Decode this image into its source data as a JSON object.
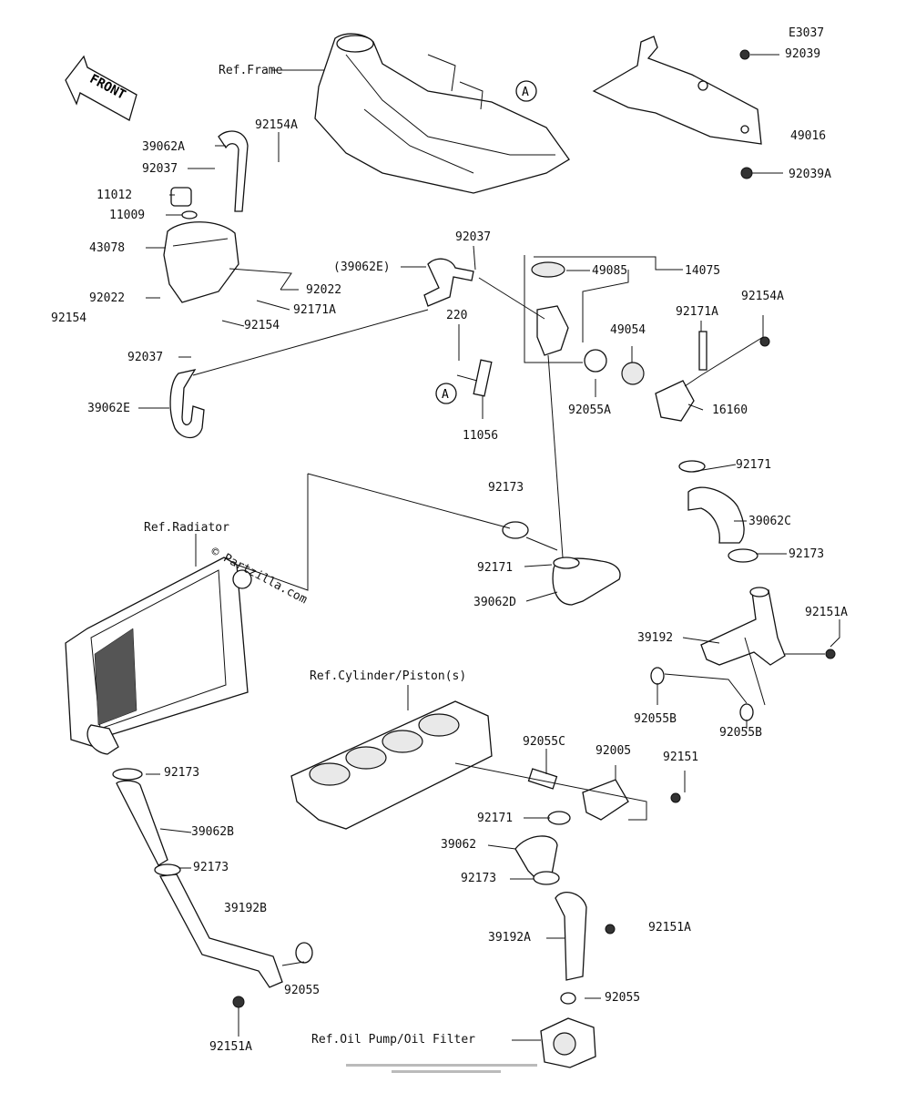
{
  "diagram_code": "E3037",
  "front_label": "FRONT",
  "watermark": "© Partzilla.com",
  "callouts": [
    {
      "id": "92039",
      "text": "92039"
    },
    {
      "id": "49016",
      "text": "49016"
    },
    {
      "id": "92039A",
      "text": "92039A"
    },
    {
      "id": "ref-frame",
      "text": "Ref.Frame"
    },
    {
      "id": "92154A-top",
      "text": "92154A"
    },
    {
      "id": "39062A",
      "text": "39062A"
    },
    {
      "id": "92037-a",
      "text": "92037"
    },
    {
      "id": "11012",
      "text": "11012"
    },
    {
      "id": "11009",
      "text": "11009"
    },
    {
      "id": "43078",
      "text": "43078"
    },
    {
      "id": "92022-left",
      "text": "92022"
    },
    {
      "id": "92154-left",
      "text": "92154"
    },
    {
      "id": "92022-right",
      "text": "92022"
    },
    {
      "id": "92171A-mid",
      "text": "92171A"
    },
    {
      "id": "92154-mid",
      "text": "92154"
    },
    {
      "id": "92037-b",
      "text": "92037"
    },
    {
      "id": "39062E",
      "text": "39062E"
    },
    {
      "id": "39062E-ref",
      "text": "(39062E)"
    },
    {
      "id": "92037-c",
      "text": "92037"
    },
    {
      "id": "49085",
      "text": "49085"
    },
    {
      "id": "14075",
      "text": "14075"
    },
    {
      "id": "220",
      "text": "220"
    },
    {
      "id": "49054",
      "text": "49054"
    },
    {
      "id": "92171A-right",
      "text": "92171A"
    },
    {
      "id": "92154A-right",
      "text": "92154A"
    },
    {
      "id": "92055A",
      "text": "92055A"
    },
    {
      "id": "16160",
      "text": "16160"
    },
    {
      "id": "11056",
      "text": "11056"
    },
    {
      "id": "92171-right",
      "text": "92171"
    },
    {
      "id": "92173-mid",
      "text": "92173"
    },
    {
      "id": "39062C",
      "text": "39062C"
    },
    {
      "id": "ref-radiator",
      "text": "Ref.Radiator"
    },
    {
      "id": "92173-right",
      "text": "92173"
    },
    {
      "id": "92171-mid",
      "text": "92171"
    },
    {
      "id": "39062D",
      "text": "39062D"
    },
    {
      "id": "92151A-right",
      "text": "92151A"
    },
    {
      "id": "39192",
      "text": "39192"
    },
    {
      "id": "ref-cylinder",
      "text": "Ref.Cylinder/Piston(s)"
    },
    {
      "id": "92055B-a",
      "text": "92055B"
    },
    {
      "id": "92055B-b",
      "text": "92055B"
    },
    {
      "id": "92055C",
      "text": "92055C"
    },
    {
      "id": "92005",
      "text": "92005"
    },
    {
      "id": "92151",
      "text": "92151"
    },
    {
      "id": "92173-left-a",
      "text": "92173"
    },
    {
      "id": "92171-low",
      "text": "92171"
    },
    {
      "id": "39062B",
      "text": "39062B"
    },
    {
      "id": "39062",
      "text": "39062"
    },
    {
      "id": "92173-left-b",
      "text": "92173"
    },
    {
      "id": "92173-low",
      "text": "92173"
    },
    {
      "id": "39192B",
      "text": "39192B"
    },
    {
      "id": "92151A-low",
      "text": "92151A"
    },
    {
      "id": "39192A",
      "text": "39192A"
    },
    {
      "id": "92055-left",
      "text": "92055"
    },
    {
      "id": "92055-low",
      "text": "92055"
    },
    {
      "id": "ref-oil-pump",
      "text": "Ref.Oil Pump/Oil Filter"
    },
    {
      "id": "92151A-left",
      "text": "92151A"
    }
  ],
  "markers": [
    {
      "id": "A-top",
      "text": "A"
    },
    {
      "id": "A-mid",
      "text": "A"
    }
  ]
}
